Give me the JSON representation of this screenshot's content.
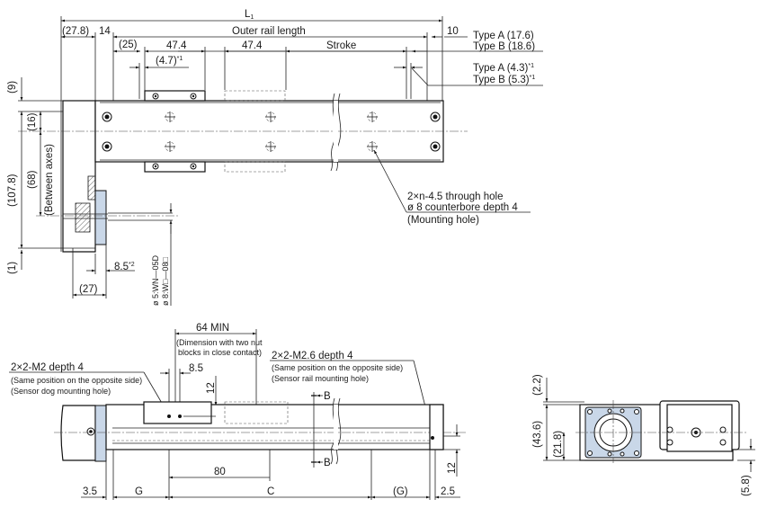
{
  "drawing": {
    "title": "Actuator dimensional drawing",
    "accent_colors": {
      "line": "#111111",
      "motor_flange": "#c9d7e8",
      "background": "#ffffff"
    }
  },
  "top_view": {
    "dims": {
      "L1": "L",
      "L1_sub": "1",
      "d27_8": "(27.8)",
      "d14": "14",
      "outer_rail_length": "Outer rail length",
      "d10": "10",
      "d25": "(25)",
      "d47_4_a": "47.4",
      "d4_7": "(4.7)",
      "d4_7_note": "*1",
      "d47_4_b": "47.4",
      "stroke": "Stroke",
      "d9": "(9)",
      "d16": "(16)",
      "d107_8": "(107.8)",
      "d68": "(68)",
      "between_axes": "(Between axes)",
      "d1": "(1)",
      "d8_5": "8.5",
      "d8_5_note": "*2",
      "d27": "(27)",
      "shaft_1": "ø 5:WN—05D",
      "shaft_2": "ø 8:W□—08□"
    },
    "type_notes": {
      "type_a_end": "Type A (17.6)",
      "type_b_end": "Type B (18.6)",
      "type_a_gap": "Type A (4.3)",
      "type_b_gap": "Type B (5.3)",
      "gap_note": "*1"
    },
    "mounting_hole_callout": {
      "line1": "2×n-4.5 through hole",
      "line2": "ø 8 counterbore depth 4",
      "line3": "(Mounting hole)"
    }
  },
  "side_view": {
    "dims": {
      "d64_min": "64 MIN",
      "contact_note_1": "(Dimension with two nut",
      "contact_note_2": "blocks in close contact)",
      "d8_5": "8.5",
      "d12_top": "12",
      "d80": "80",
      "d3_5": "3.5",
      "G": "G",
      "C": "C",
      "G_paren": "(G)",
      "d2_5": "2.5",
      "d12_right": "12",
      "section_top": "B",
      "section_bottom": "B"
    },
    "sensor_dog_callout": {
      "line1": "2×2-M2 depth 4",
      "line2": "(Same position on the opposite side)",
      "line3": "(Sensor dog mounting hole)"
    },
    "sensor_rail_callout": {
      "line1": "2×2-M2.6 depth 4",
      "line2": "(Same position on the opposite side)",
      "line3": "(Sensor rail mounting hole)"
    }
  },
  "end_view": {
    "dims": {
      "d2_2": "(2.2)",
      "d43_6": "(43.6)",
      "d21_8": "(21.8)",
      "d5_8": "(5.8)"
    }
  }
}
